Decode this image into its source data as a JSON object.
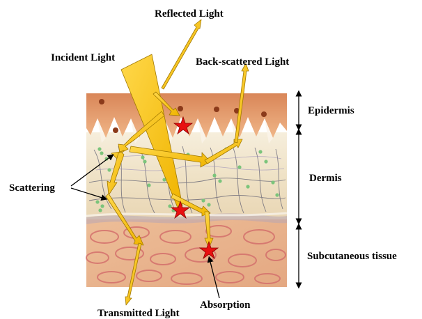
{
  "labels": {
    "reflected": "Reflected Light",
    "incident": "Incident Light",
    "backscattered": "Back-scattered Light",
    "epidermis": "Epidermis",
    "dermis": "Dermis",
    "scattering": "Scattering",
    "subcutaneous": "Subcutaneous tissue",
    "absorption": "Absorption",
    "transmitted": "Transmitted Light"
  },
  "colors": {
    "epidermis": "#E8A070",
    "dermis": "#EFE3CC",
    "subcutaneous": "#E8B898",
    "light_beam": "#F5C400",
    "light_beam_edge": "#A07800",
    "absorption_star": "#E81010",
    "melanin_dot": "#8B3A1A",
    "fiber": "#5C5C70",
    "cell": "#7BC47B"
  },
  "icons": {
    "absorption_marker": "red-star",
    "layer_extent": "double-headed-arrow"
  }
}
